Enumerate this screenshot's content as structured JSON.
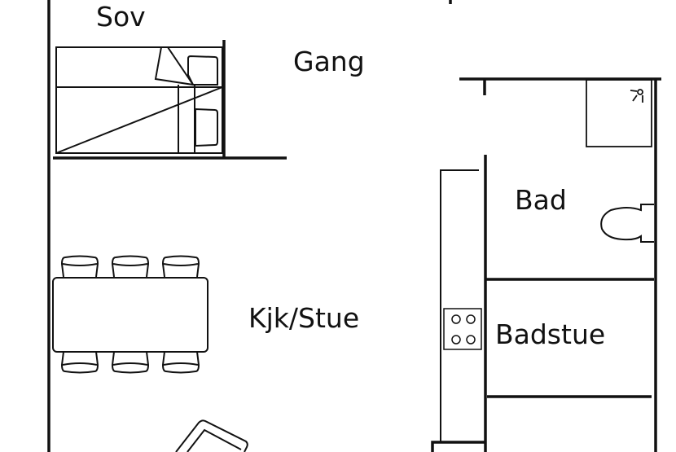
{
  "rooms": {
    "sov": "Sov",
    "gang": "Gang",
    "bad": "Bad",
    "kjk_stue": "Kjk/Stue",
    "badstue": "Badstue"
  },
  "colors": {
    "line": "#111111",
    "background": "#ffffff"
  }
}
